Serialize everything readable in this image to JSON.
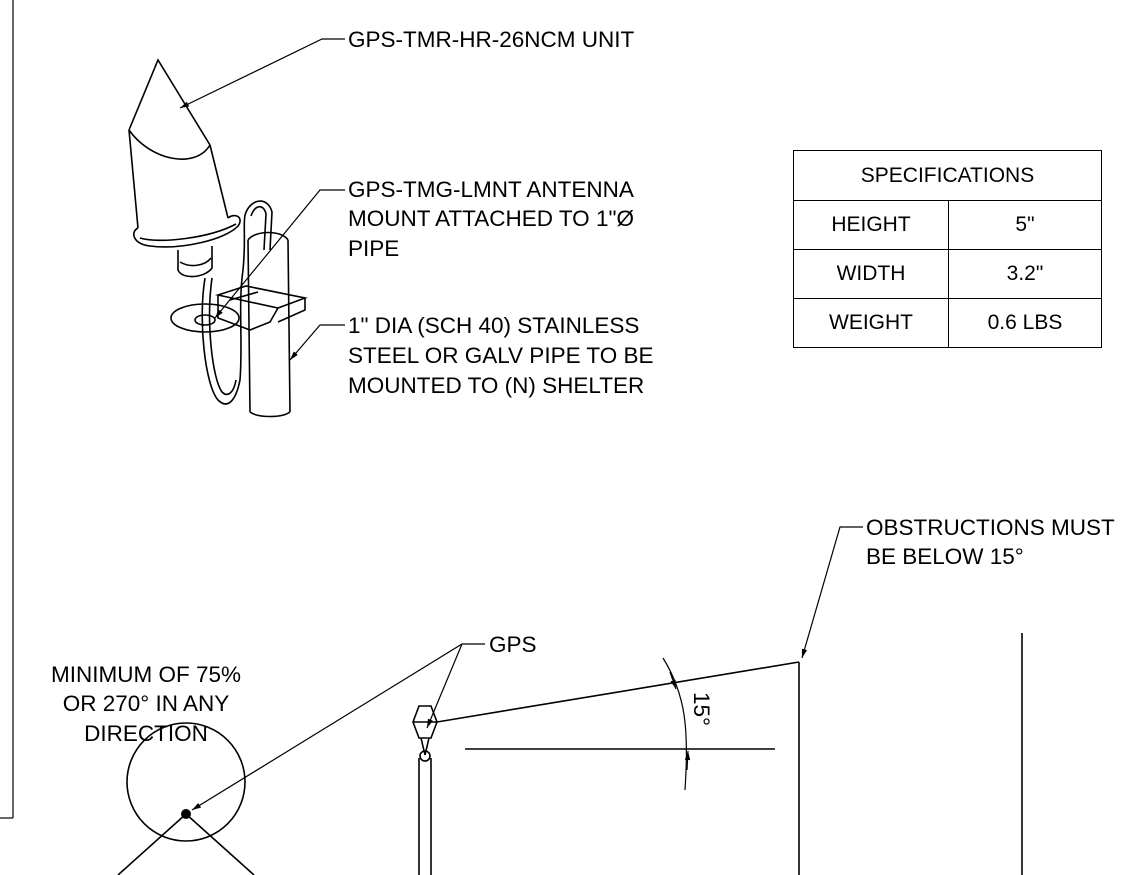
{
  "callouts": {
    "unit": "GPS-TMR-HR-26NCM UNIT",
    "mount": [
      "GPS-TMG-LMNT ANTENNA",
      "MOUNT ATTACHED TO 1\"Ø",
      "PIPE"
    ],
    "pipe": [
      "1\" DIA (SCH 40) STAINLESS",
      "STEEL OR GALV PIPE TO BE",
      "MOUNTED TO (N) SHELTER"
    ],
    "obstructions": [
      "OBSTRUCTIONS MUST",
      "BE BELOW 15°"
    ],
    "gps": "GPS",
    "minimum": [
      "MINIMUM OF 75%",
      "OR 270° IN ANY",
      "DIRECTION"
    ],
    "angle": "15°"
  },
  "specifications": {
    "title": "SPECIFICATIONS",
    "rows": [
      {
        "label": "HEIGHT",
        "value": "5\""
      },
      {
        "label": "WIDTH",
        "value": "3.2\""
      },
      {
        "label": "WEIGHT",
        "value": "0.6 LBS"
      }
    ]
  }
}
